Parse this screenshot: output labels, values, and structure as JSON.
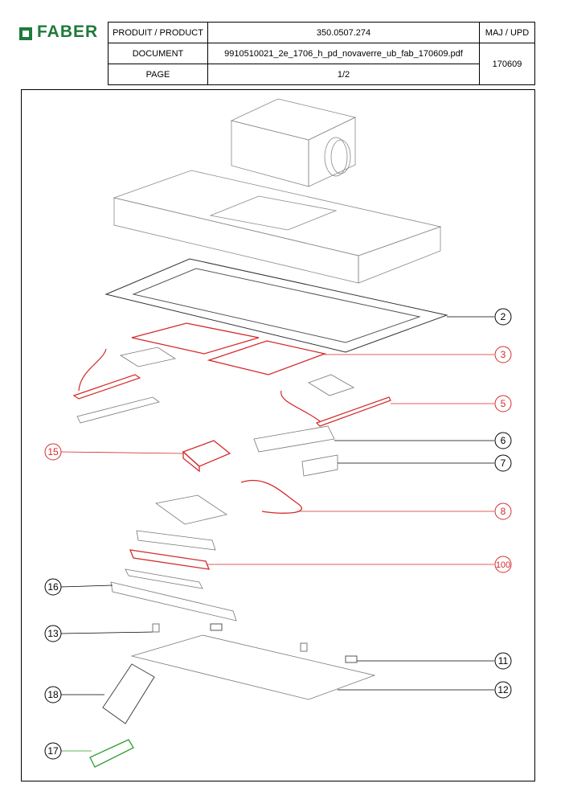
{
  "brand": {
    "name": "FABER",
    "color": "#1f7a3c"
  },
  "header": {
    "product_label": "PRODUIT / PRODUCT",
    "product_value": "350.0507.274",
    "upd_label": "MAJ / UPD",
    "document_label": "DOCUMENT",
    "document_value": "9910510021_2e_1706_h_pd_novaverre_ub_fab_170609.pdf",
    "upd_value": "170609",
    "page_label": "PAGE",
    "page_value": "1/2"
  },
  "callouts": [
    {
      "id": "c2",
      "label": "2",
      "color": "#000000"
    },
    {
      "id": "c3",
      "label": "3",
      "color": "#d42a2a"
    },
    {
      "id": "c5",
      "label": "5",
      "color": "#d42a2a"
    },
    {
      "id": "c6",
      "label": "6",
      "color": "#000000"
    },
    {
      "id": "c7",
      "label": "7",
      "color": "#000000"
    },
    {
      "id": "c8",
      "label": "8",
      "color": "#d42a2a"
    },
    {
      "id": "c100",
      "label": "100",
      "color": "#d42a2a"
    },
    {
      "id": "c11",
      "label": "11",
      "color": "#000000"
    },
    {
      "id": "c12",
      "label": "12",
      "color": "#000000"
    },
    {
      "id": "c15",
      "label": "15",
      "color": "#d42a2a"
    },
    {
      "id": "c16",
      "label": "16",
      "color": "#000000"
    },
    {
      "id": "c13",
      "label": "13",
      "color": "#000000"
    },
    {
      "id": "c18",
      "label": "18",
      "color": "#000000"
    },
    {
      "id": "c17",
      "label": "17",
      "color": "#2e9e2e"
    }
  ]
}
